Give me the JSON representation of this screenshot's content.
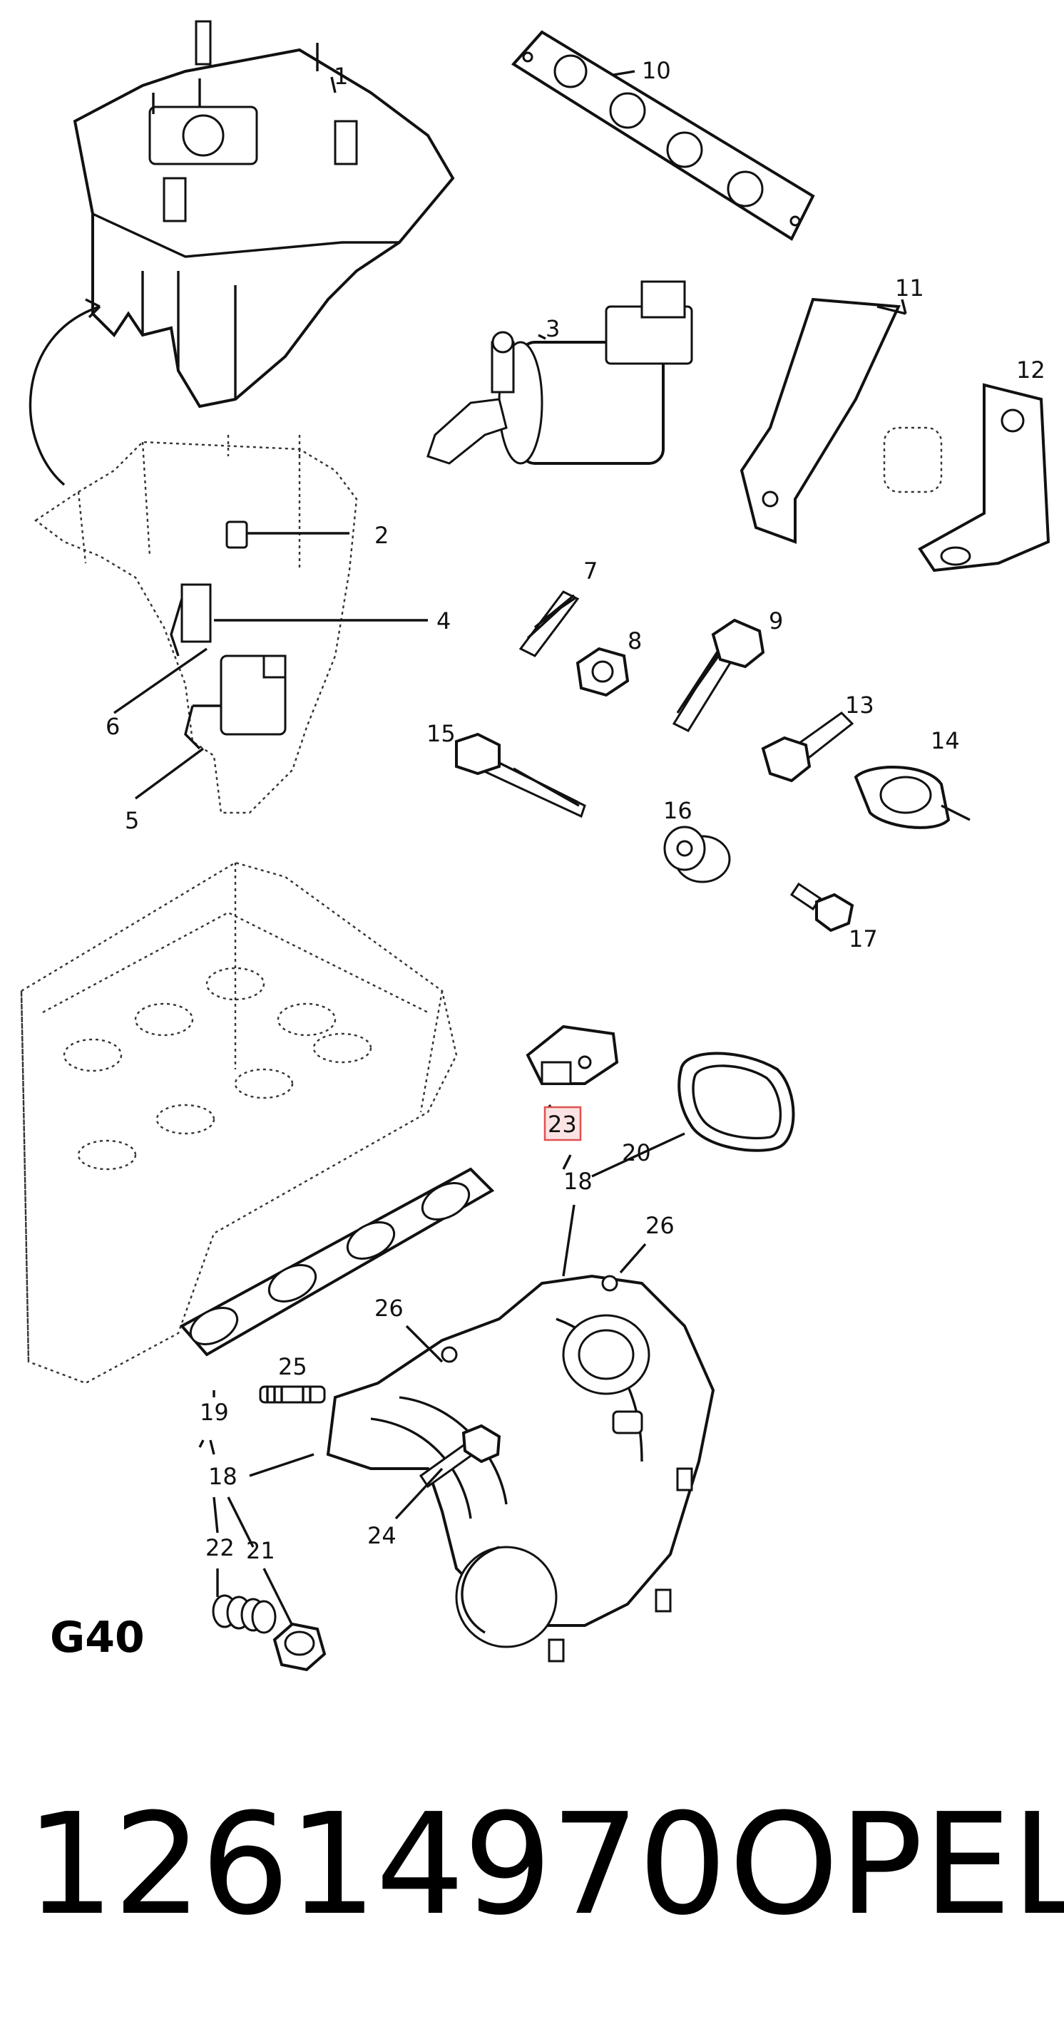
{
  "labels": {
    "p1": "1",
    "p2": "2",
    "p3": "3",
    "p4": "4",
    "p5": "5",
    "p6": "6",
    "p7": "7",
    "p8": "8",
    "p9": "9",
    "p10": "10",
    "p11": "11",
    "p12": "12",
    "p13": "13",
    "p14": "14",
    "p15": "15",
    "p16": "16",
    "p17": "17",
    "p18a": "18",
    "p18b": "18",
    "p19": "19",
    "p20": "20",
    "p21": "21",
    "p22": "22",
    "p23": "23",
    "p24": "24",
    "p25": "25",
    "p26a": "26",
    "p26b": "26"
  },
  "highlight": {
    "label": "23",
    "color": "#e05050",
    "fill": "#fbe3e3"
  },
  "group_code": "G40",
  "footer": {
    "part_number": "12614970",
    "brand": "OPEL"
  }
}
